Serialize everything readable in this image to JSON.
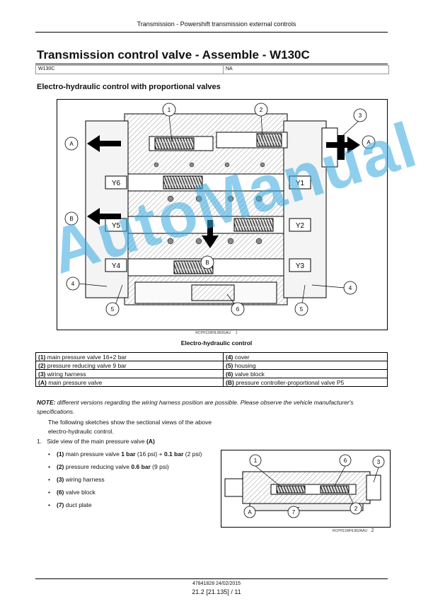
{
  "running_header": "Transmission - Powershift transmission external controls",
  "title": "Transmission control valve - Assemble - W130C",
  "meta": {
    "model": "W130C",
    "value": "NA"
  },
  "section_title": "Electro-hydraulic control with proportional valves",
  "figure1": {
    "code": "RCPH11WHL960GAU",
    "number": "1",
    "caption": "Electro-hydraulic control",
    "valve_labels": [
      "Y6",
      "Y5",
      "Y4",
      "Y1",
      "Y2",
      "Y3"
    ],
    "callouts": {
      "c1": "1",
      "c2": "2",
      "c3": "3",
      "c4a": "4",
      "c4b": "4",
      "c5a": "5",
      "c5b": "5",
      "c6": "6",
      "A1": "A",
      "A2": "A",
      "B1": "B",
      "B2": "B"
    }
  },
  "legend": [
    {
      "left_key": "(1)",
      "left_text": "main pressure valve 16+2 bar",
      "right_key": "(4)",
      "right_text": "cover"
    },
    {
      "left_key": "(2)",
      "left_text": "pressure reducing valve 9 bar",
      "right_key": "(5)",
      "right_text": "housing"
    },
    {
      "left_key": "(3)",
      "left_text": "wiring harness",
      "right_key": "(6)",
      "right_text": "valve block"
    },
    {
      "left_key": "(A)",
      "left_text": "main pressure valve",
      "right_key": "(B)",
      "right_text": "pressure controller-proportional valve P5"
    }
  ],
  "note": {
    "label": "NOTE:",
    "text": "different versions regarding the wiring harness position are possible. Please observe the vehicle manufacturer's specifications."
  },
  "paragraph": "The following sketches show the sectional views of the above electro-hydraulic control.",
  "step": {
    "number": "1.",
    "text": "Side view of the main pressure valve",
    "ref": "(A)"
  },
  "bullets": {
    "b1": {
      "key": "(1)",
      "t1": "main pressure valve",
      "v1": "1 bar",
      "u1": "(16 psi)",
      "plus": "+",
      "v2": "0.1 bar",
      "u2": "(2 psi)"
    },
    "b2": {
      "key": "(2)",
      "t1": "pressure reducing valve",
      "v1": "0.6 bar",
      "u1": "(9 psi)"
    },
    "b3": {
      "key": "(3)",
      "t1": "wiring harness"
    },
    "b4": {
      "key": "(6)",
      "t1": "valve block"
    },
    "b5": {
      "key": "(7)",
      "t1": "duct plate"
    }
  },
  "figure2": {
    "code": "RCPH11WHL962AAU",
    "number": "2",
    "callouts": {
      "c1": "1",
      "c6": "6",
      "c3": "3",
      "cA": "A",
      "c7": "7",
      "c2": "2"
    }
  },
  "footer": {
    "doc": "47841828 24/02/2015",
    "page": "21.2 [21.135] / 11"
  },
  "watermark": "AutoManual"
}
